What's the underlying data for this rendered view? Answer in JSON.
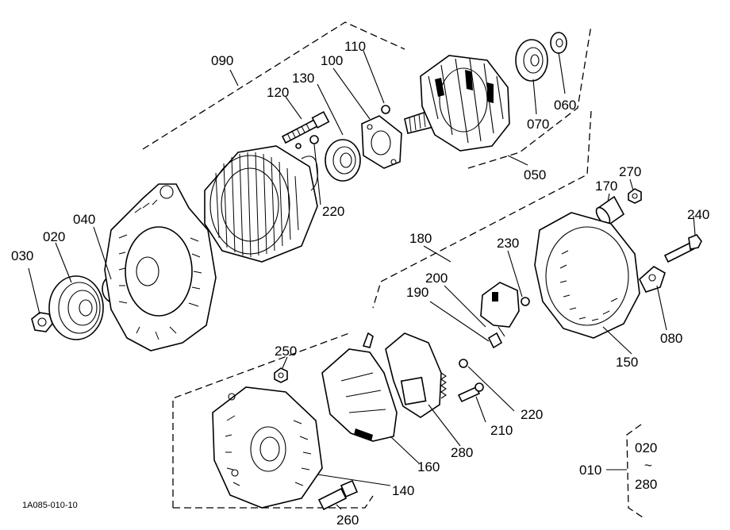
{
  "labels": {
    "l090": "090",
    "l110": "110",
    "l100": "100",
    "l130": "130",
    "l120": "120",
    "l060": "060",
    "l070": "070",
    "l050": "050",
    "l170": "170",
    "l270": "270",
    "l220a": "220",
    "l240": "240",
    "l040": "040",
    "l020": "020",
    "l030": "030",
    "l180": "180",
    "l230": "230",
    "l200": "200",
    "l190": "190",
    "l150": "150",
    "l080": "080",
    "l250": "250",
    "l220b": "220",
    "l210": "210",
    "l280": "280",
    "l160": "160",
    "l140": "140",
    "l260": "260",
    "l010": "010",
    "range_from": "020",
    "range_sep": "~",
    "range_to": "280"
  },
  "drawing_code": "1A085-010-10"
}
